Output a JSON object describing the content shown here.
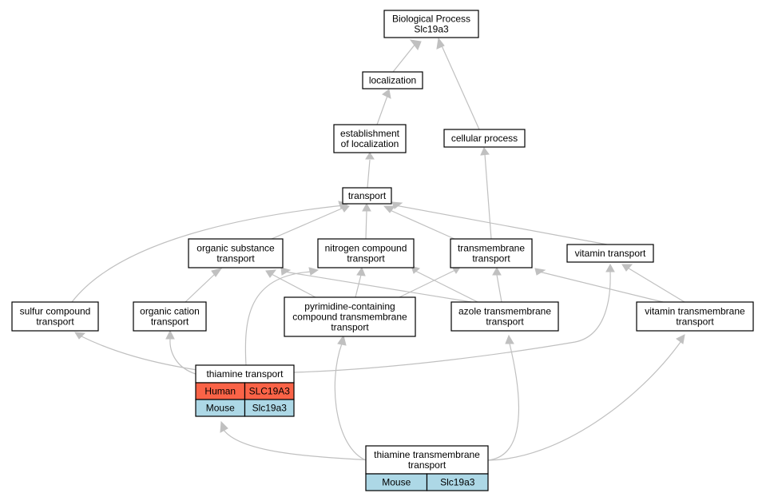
{
  "graph": {
    "nodes": {
      "bp": [
        "Biological Process",
        "Slc19a3"
      ],
      "localization": [
        "localization"
      ],
      "establishment": [
        "establishment",
        "of localization"
      ],
      "cellular": [
        "cellular process"
      ],
      "transport": [
        "transport"
      ],
      "organic_substance": [
        "organic substance",
        "transport"
      ],
      "nitrogen": [
        "nitrogen compound",
        "transport"
      ],
      "transmembrane": [
        "transmembrane",
        "transport"
      ],
      "vitamin": [
        "vitamin transport"
      ],
      "sulfur": [
        "sulfur compound",
        "transport"
      ],
      "organic_cation": [
        "organic cation",
        "transport"
      ],
      "pyrimidine": [
        "pyrimidine-containing",
        "compound transmembrane",
        "transport"
      ],
      "azole": [
        "azole transmembrane",
        "transport"
      ],
      "vitamin_tm": [
        "vitamin transmembrane",
        "transport"
      ],
      "thiamine": [
        "thiamine transport"
      ],
      "thiamine_tm": [
        "thiamine transmembrane",
        "transport"
      ]
    },
    "tables": {
      "thiamine": [
        {
          "species": "Human",
          "gene": "SLC19A3",
          "color": "#fa6347"
        },
        {
          "species": "Mouse",
          "gene": "Slc19a3",
          "color": "#add8e6"
        }
      ],
      "thiamine_tm": [
        {
          "species": "Mouse",
          "gene": "Slc19a3",
          "color": "#add8e6"
        }
      ]
    },
    "edges": [
      [
        "localization",
        "bp"
      ],
      [
        "cellular",
        "bp"
      ],
      [
        "establishment",
        "localization"
      ],
      [
        "transport",
        "establishment"
      ],
      [
        "transmembrane",
        "cellular"
      ],
      [
        "organic_substance",
        "transport"
      ],
      [
        "nitrogen",
        "transport"
      ],
      [
        "transmembrane",
        "transport"
      ],
      [
        "vitamin",
        "transport"
      ],
      [
        "sulfur",
        "transport"
      ],
      [
        "organic_cation",
        "organic_substance"
      ],
      [
        "pyrimidine",
        "organic_substance"
      ],
      [
        "pyrimidine",
        "nitrogen"
      ],
      [
        "azole",
        "organic_substance"
      ],
      [
        "azole",
        "nitrogen"
      ],
      [
        "azole",
        "transmembrane"
      ],
      [
        "pyrimidine",
        "transmembrane"
      ],
      [
        "vitamin_tm",
        "transmembrane"
      ],
      [
        "vitamin_tm",
        "vitamin"
      ],
      [
        "thiamine",
        "sulfur"
      ],
      [
        "thiamine",
        "organic_cation"
      ],
      [
        "thiamine",
        "nitrogen"
      ],
      [
        "thiamine",
        "vitamin"
      ],
      [
        "thiamine_tm",
        "thiamine"
      ],
      [
        "thiamine_tm",
        "pyrimidine"
      ],
      [
        "thiamine_tm",
        "azole"
      ],
      [
        "thiamine_tm",
        "vitamin_tm"
      ]
    ],
    "edge_color": "#c0c0c0"
  }
}
